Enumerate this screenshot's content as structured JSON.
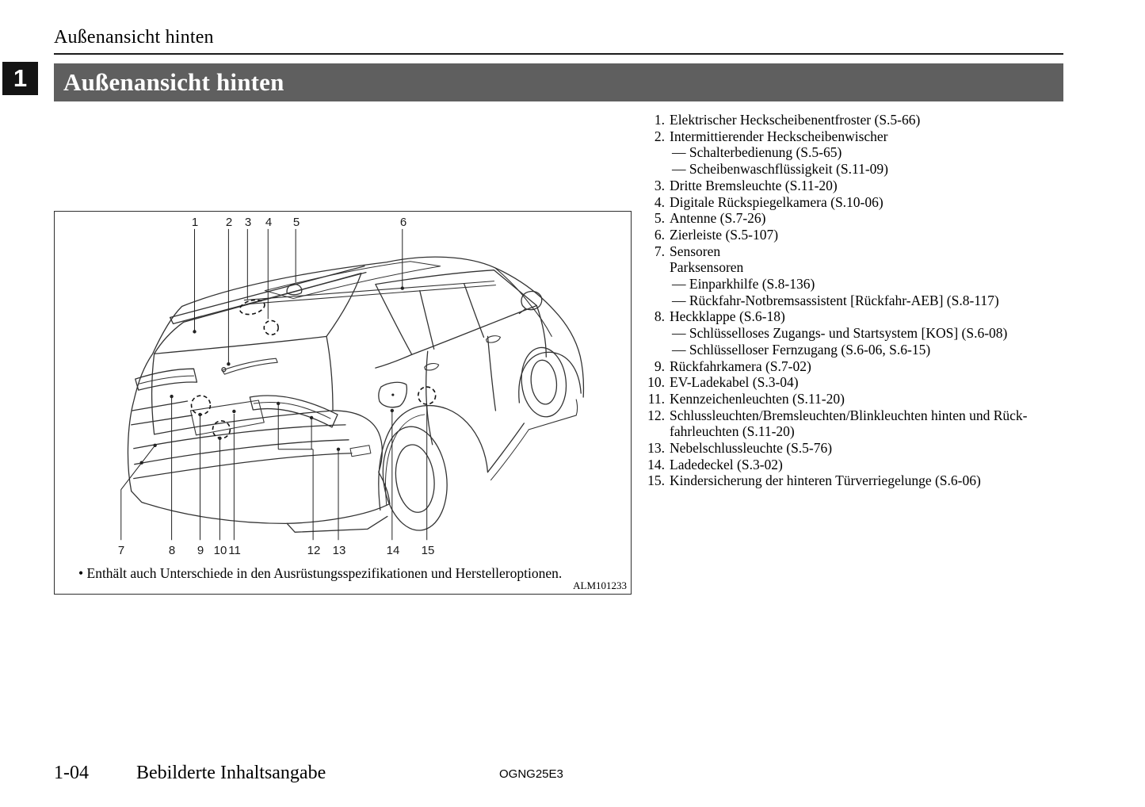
{
  "page": {
    "breadcrumb": "Außenansicht hinten",
    "chapter_number": "1",
    "title": "Außenansicht hinten"
  },
  "figure": {
    "top_callouts": [
      "1",
      "2",
      "3",
      "4",
      "5",
      "6"
    ],
    "bottom_callouts": [
      "7",
      "8",
      "9",
      "10",
      "11",
      "12",
      "13",
      "14",
      "15"
    ],
    "note": "• Enthält auch Unterschiede in den Ausrüstungsspezifikationen und Herstelleroptionen.",
    "figure_code": "ALM101233"
  },
  "parts_list": [
    {
      "marker": "1.",
      "text": "Elektrischer Heckscheibenentfroster (S.5-66)",
      "indent": 0
    },
    {
      "marker": "2.",
      "text": "Intermittierender Heckscheibenwischer",
      "indent": 0
    },
    {
      "marker": "",
      "text": "— Schalterbedienung (S.5-65)",
      "indent": 1
    },
    {
      "marker": "",
      "text": "— Scheibenwaschflüssigkeit (S.11-09)",
      "indent": 1
    },
    {
      "marker": "3.",
      "text": "Dritte Bremsleuchte (S.11-20)",
      "indent": 0
    },
    {
      "marker": "4.",
      "text": "Digitale Rückspiegelkamera (S.10-06)",
      "indent": 0
    },
    {
      "marker": "5.",
      "text": "Antenne (S.7-26)",
      "indent": 0
    },
    {
      "marker": "6.",
      "text": "Zierleiste (S.5-107)",
      "indent": 0
    },
    {
      "marker": "7.",
      "text": "Sensoren",
      "indent": 0
    },
    {
      "marker": "",
      "text": "Parksensoren",
      "indent": 0
    },
    {
      "marker": "",
      "text": "— Einparkhilfe (S.8-136)",
      "indent": 1
    },
    {
      "marker": "",
      "text": "— Rückfahr-Notbremsassistent [Rückfahr-AEB] (S.8-117)",
      "indent": 1
    },
    {
      "marker": "8.",
      "text": "Heckklappe (S.6-18)",
      "indent": 0
    },
    {
      "marker": "",
      "text": "— Schlüsselloses Zugangs- und Startsystem [KOS] (S.6-08)",
      "indent": 1
    },
    {
      "marker": "",
      "text": "— Schlüsselloser Fernzugang (S.6-06, S.6-15)",
      "indent": 1
    },
    {
      "marker": "9.",
      "text": "Rückfahrkamera (S.7-02)",
      "indent": 0
    },
    {
      "marker": "10.",
      "text": "EV-Ladekabel (S.3-04)",
      "indent": 0
    },
    {
      "marker": "11.",
      "text": "Kennzeichenleuchten (S.11-20)",
      "indent": 0
    },
    {
      "marker": "12.",
      "text": "Schlussleuchten/Bremsleuchten/Blinkleuchten hinten und Rück-",
      "indent": 0
    },
    {
      "marker": "",
      "text": "fahrleuchten (S.11-20)",
      "indent": 0
    },
    {
      "marker": "13.",
      "text": "Nebelschlussleuchte (S.5-76)",
      "indent": 0
    },
    {
      "marker": "14.",
      "text": "Ladedeckel (S.3-02)",
      "indent": 0
    },
    {
      "marker": "15.",
      "text": "Kindersicherung der hinteren Türverriegelunge (S.6-06)",
      "indent": 0
    }
  ],
  "footer": {
    "page_number": "1-04",
    "section_name": "Bebilderte Inhaltsangabe",
    "doc_code": "OGNG25E3"
  },
  "colors": {
    "title_bar_bg": "#5f5f5f",
    "chapter_box_bg": "#141414",
    "line_color": "#333333"
  }
}
